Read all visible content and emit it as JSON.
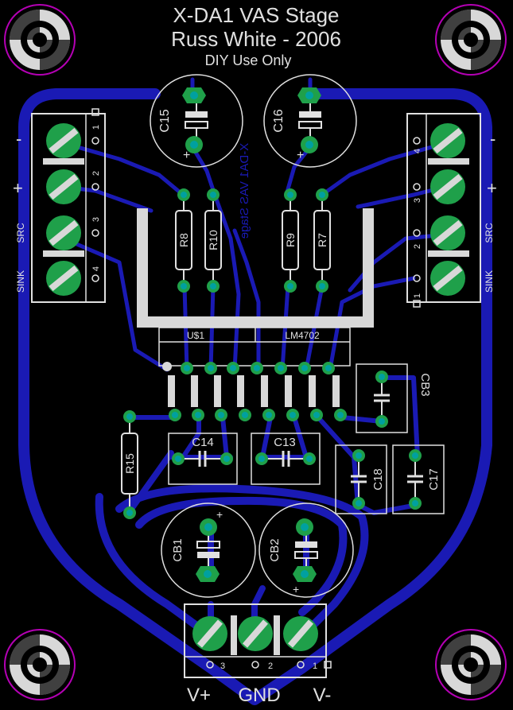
{
  "title": {
    "line1": "X-DA1 VAS Stage",
    "line2": "Russ White - 2006",
    "line3": "DIY Use Only",
    "mirrored_bottom": "X-DA1 VAS Stage"
  },
  "components": {
    "c15": "C15",
    "c16": "C16",
    "r8": "R8",
    "r10": "R10",
    "r9": "R9",
    "r7": "R7",
    "ic": "U$1",
    "ic_part": "LM4702",
    "cb3": "CB3",
    "c14": "C14",
    "c13": "C13",
    "c18": "C18",
    "c17": "C17",
    "r15": "R15",
    "cb1": "CB1",
    "cb2": "CB2"
  },
  "terminals": {
    "left": {
      "side_labels": {
        "minus": "-",
        "plus": "+",
        "src": "SRC",
        "sink": "SINK"
      },
      "pins": [
        "1",
        "2",
        "3",
        "4"
      ]
    },
    "right": {
      "side_labels": {
        "minus": "-",
        "plus": "+",
        "src": "SRC",
        "sink": "SINK"
      },
      "pins": [
        "4",
        "3",
        "2",
        "1"
      ]
    },
    "bottom": {
      "pins": [
        "3",
        "2",
        "1"
      ],
      "labels": {
        "vplus": "V+",
        "gnd": "GND",
        "vminus": "V-"
      }
    }
  },
  "polarity": {
    "plus": "+"
  },
  "colors": {
    "board": "#000000",
    "trace": "#1a1ab4",
    "pad": "#1fa04a",
    "silk": "#e0e0e0",
    "drill": "#00a0a0",
    "hole_outline": "#b400b4"
  }
}
